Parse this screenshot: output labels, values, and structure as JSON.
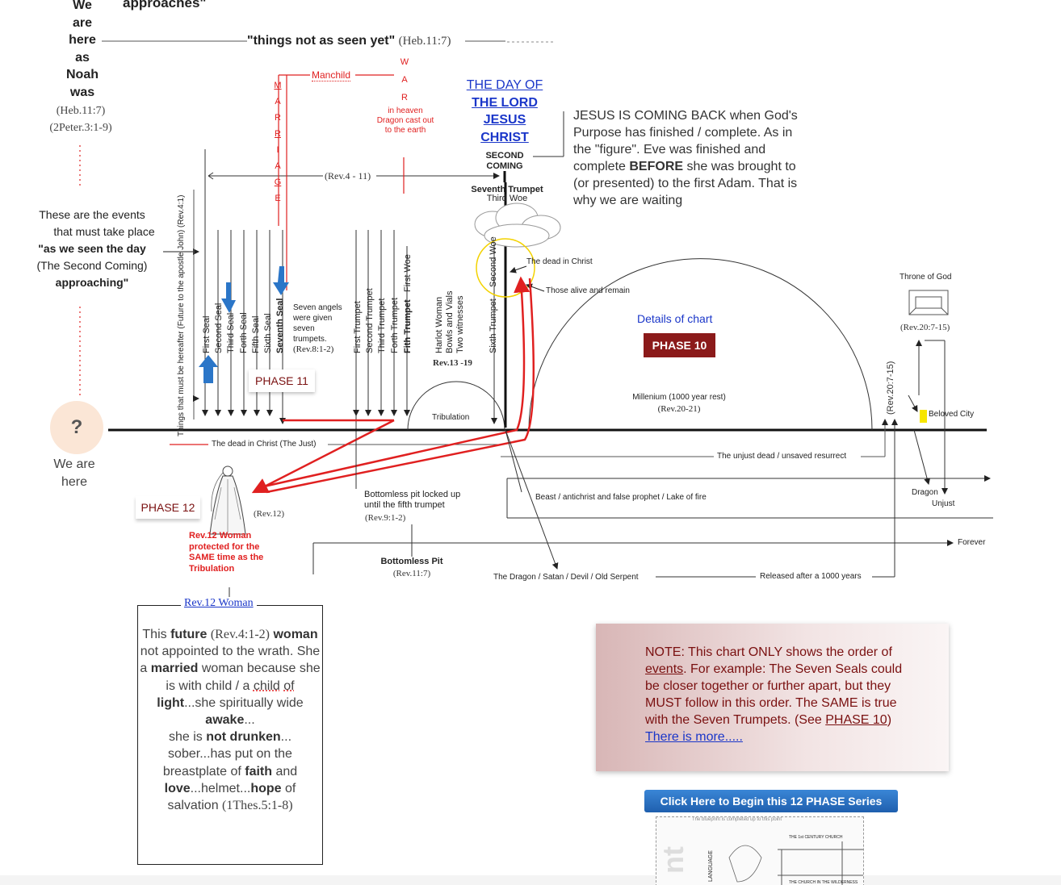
{
  "top": {
    "approaches_fragment": "approaches\"",
    "things_not_seen": "\"things not as seen yet\"",
    "things_ref": "(Heb.11:7)"
  },
  "noah": {
    "lines": [
      "We",
      "are",
      "here",
      "as",
      "Noah",
      "was"
    ],
    "refs": [
      "(Heb.11:7)",
      "(2Peter.3:1-9)"
    ]
  },
  "events_block": {
    "line1": "These are the events",
    "line2": "that must take place",
    "line3": "\"as  we seen the day",
    "line4": "(The Second Coming)",
    "line5": "approaching\""
  },
  "manchild": "Manchild",
  "marriage_letters": [
    "M",
    "A",
    "R",
    "R",
    "I",
    "A",
    "G",
    "E"
  ],
  "war_letters": [
    "W",
    "A",
    "R"
  ],
  "war_note": [
    "in heaven",
    "Dragon cast out",
    "to the earth"
  ],
  "rev_4_11": "(Rev.4 - 11)",
  "day_of_lord": [
    "THE DAY OF",
    "THE LORD",
    "JESUS",
    "CHRIST"
  ],
  "second_coming": [
    "SECOND",
    "COMING"
  ],
  "seventh_trumpet": "Seventh Trumpet",
  "third_woe": "Third Woe",
  "jesus_note": {
    "part1": "JESUS IS COMING BACK when God's Purpose has finished / complete. As in the \"figure\". Eve was finished and complete ",
    "bold": "BEFORE",
    "part2": " she was brought to (or presented) to the first Adam. That is why we are waiting"
  },
  "things_hereafter": "Things that must be hereafter (Future to the apostle John) (Rev.4:1)",
  "seals": [
    "First Seal",
    "Second Seal",
    "Third Seal",
    "Forth Seal",
    "Fifth Seal",
    "Sixth Seal",
    "Seventh Seal"
  ],
  "seven_angels": {
    "lines": [
      "Seven angels",
      "were given",
      "seven",
      "trumpets."
    ],
    "ref": "(Rev.8:1-2)"
  },
  "phase11": "PHASE 11",
  "trumpets": [
    "First Trumpet",
    "Second Trumpet",
    "Third Trumpet",
    "Forth Trumpet",
    "Fith Trumpet",
    "First Woe"
  ],
  "harlot": [
    "Harlot Woman",
    "Bowls and Vials",
    "Two witnesses"
  ],
  "rev13": "Rev.13 -19",
  "sixth_trumpet": "Sixth Trumpet",
  "second_woe": "Second Woe",
  "tribulation": "Tribulation",
  "dead_in_christ_top": "The dead in Christ",
  "those_alive": "Those alive and remain",
  "details_chart": "Details of chart",
  "phase10": "PHASE 10",
  "millenium": [
    "Millenium (1000 year rest)",
    "(Rev.20-21)"
  ],
  "throne_of_god": "Throne of God",
  "rev_20_7_15": "(Rev.20:7-15)",
  "rev_20_7_vert": "(Rev.20:7-15)",
  "beloved_city": "Beloved City",
  "question_mark": "?",
  "we_are_here": [
    "We are",
    "here"
  ],
  "dead_in_christ_just": "The dead in Christ (The Just)",
  "unjust_dead": "The unjust dead / unsaved resurrect",
  "phase12": "PHASE 12",
  "rev12_small": "(Rev.12)",
  "rev12_woman_note": [
    "Rev.12 Woman",
    "protected for the",
    "SAME time as the",
    "Tribulation"
  ],
  "bottomless_locked": [
    "Bottomless pit locked up",
    "until the fifth trumpet"
  ],
  "rev_9": "(Rev.9:1-2)",
  "bottomless_pit": "Bottomless Pit",
  "rev_11_7": "(Rev.11:7)",
  "beast": "Beast / antichrist and false prophet / Lake of fire",
  "dragon": "Dragon",
  "unjust": "Unjust",
  "forever": "Forever",
  "dragon_satan": "The Dragon / Satan / Devil / Old Serpent",
  "released": "Released after a 1000 years",
  "woman_box": {
    "title": "Rev.12 Woman"
  },
  "note": {
    "t1": "NOTE: This chart ONLY shows the order of ",
    "events_link": "events",
    "t2": ".  For example: The Seven Seals could be closer together or further apart, but they MUST follow in this order. The SAME is true with the Seven Trumpets. (See ",
    "phase10_link": "PHASE 10",
    "t3": ") ",
    "more_link": "There is more....."
  },
  "begin_button": "Click Here to Begin this 12 PHASE Series",
  "thumbnail": {
    "caption": "The blueprint is completed up to this point",
    "language": "LANGUAGE",
    "century": "THE 1st CENTURY CHURCH",
    "church_wild": "THE CHURCH IN THE WILDERNESS"
  },
  "colors": {
    "red": "#e02020",
    "dark_red": "#7a1010",
    "link_blue": "#1a36c9",
    "phase10_bg": "#8b1a1a",
    "button_blue": "#2a72c6",
    "beloved_yellow": "#f7e600"
  }
}
